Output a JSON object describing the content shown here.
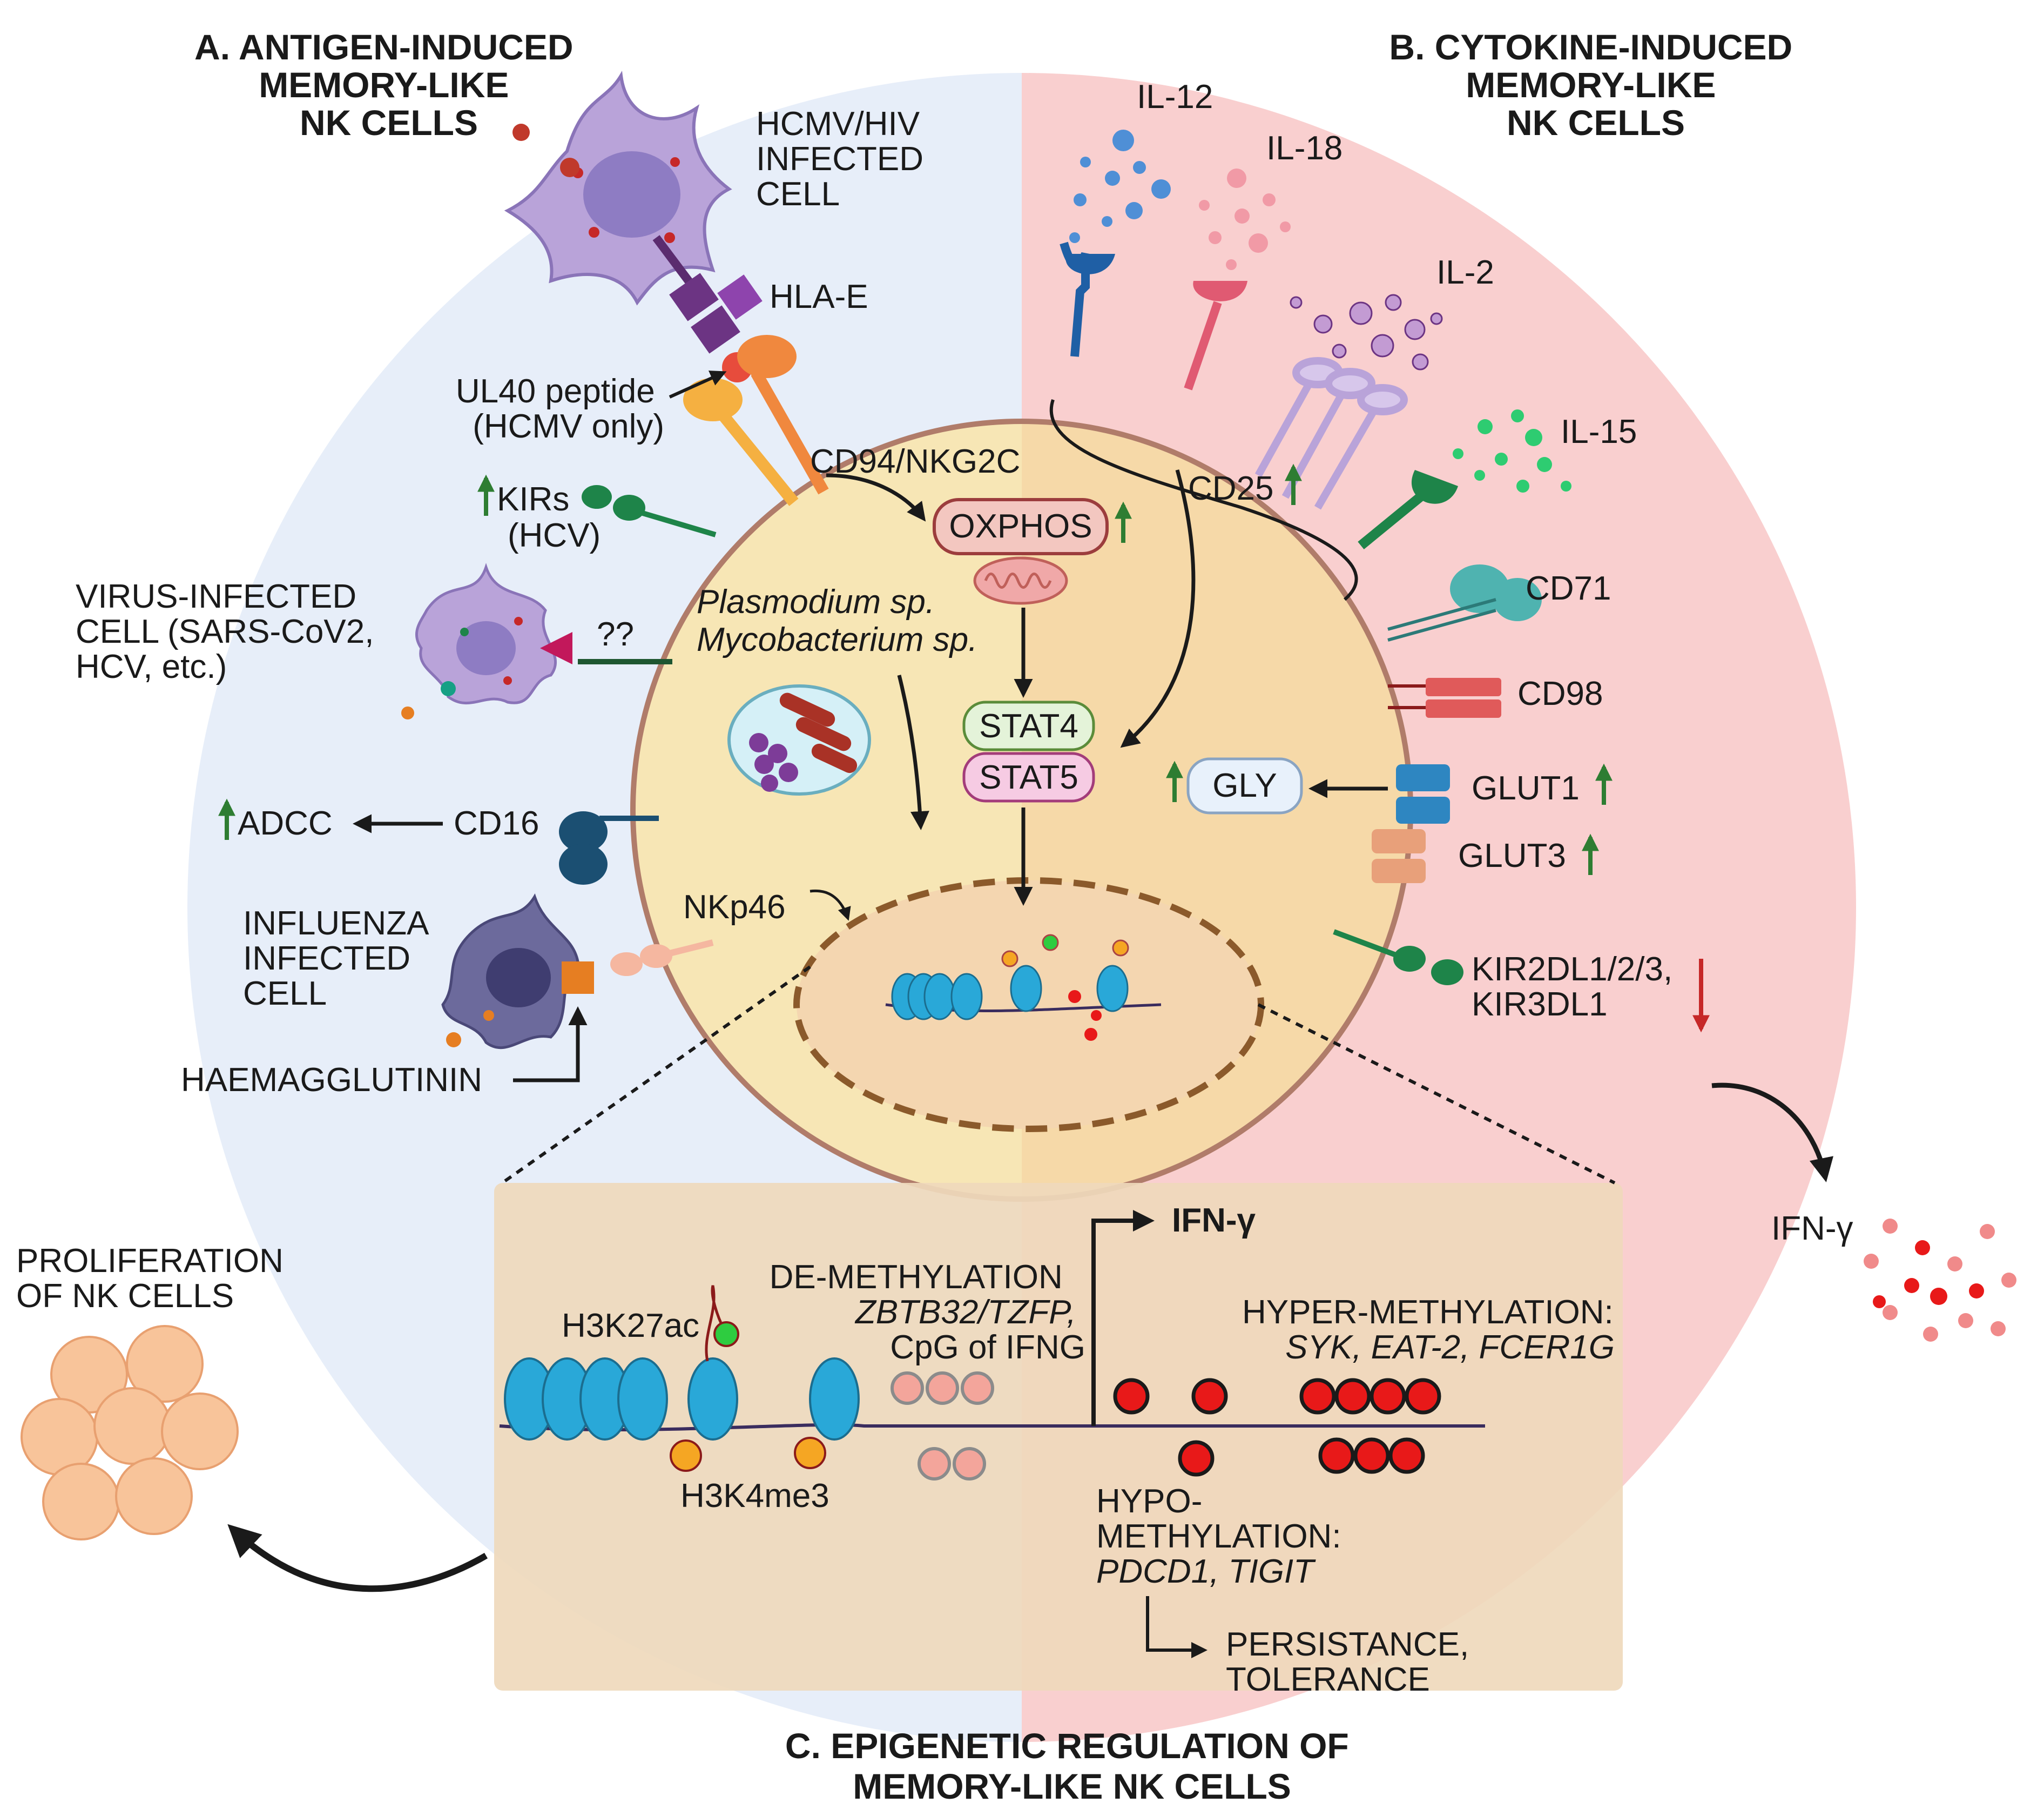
{
  "sections": {
    "a": [
      "A. ANTIGEN-INDUCED",
      "MEMORY-LIKE",
      "NK CELLS"
    ],
    "b": [
      "B. CYTOKINE-INDUCED",
      "MEMORY-LIKE",
      "NK CELLS"
    ],
    "c": [
      "C. EPIGENETIC REGULATION OF",
      "MEMORY-LIKE NK CELLS"
    ]
  },
  "antigen_side": {
    "hcmv_hiv": [
      "HCMV/HIV",
      "INFECTED",
      "CELL"
    ],
    "hla_e": "HLA-E",
    "ul40": [
      "UL40 peptide",
      "(HCMV only)"
    ],
    "cd94": "CD94/NKG2C",
    "kirs": [
      "KIRs",
      "(HCV)"
    ],
    "virus_infected": [
      "VIRUS-INFECTED",
      "CELL (SARS-CoV2,",
      "HCV, etc.)"
    ],
    "unknown": "??",
    "adcc": "ADCC",
    "cd16": "CD16",
    "influenza": [
      "INFLUENZA",
      "INFECTED",
      "CELL"
    ],
    "nkp46": "NKp46",
    "haemagglutinin": "HAEMAGGLUTININ"
  },
  "cytokine_side": {
    "il12": "IL-12",
    "il18": "IL-18",
    "il2": "IL-2",
    "il15": "IL-15",
    "cd25": "CD25",
    "cd71": "CD71",
    "cd98": "CD98",
    "glut1": "GLUT1",
    "glut3": "GLUT3",
    "kir": [
      "KIR2DL1/2/3,",
      "KIR3DL1"
    ],
    "ifng_out": "IFN-γ"
  },
  "cell": {
    "oxphos": "OXPHOS",
    "stat4": "STAT4",
    "stat5": "STAT5",
    "gly": "GLY",
    "pathogens": [
      "Plasmodium sp.",
      "Mycobacterium sp."
    ]
  },
  "epigenetic": {
    "ifng": "IFN-γ",
    "demeth": [
      "DE-METHYLATION",
      "ZBTB32/TZFP,",
      "CpG of IFNG"
    ],
    "h3k27ac": "H3K27ac",
    "h3k4me3": "H3K4me3",
    "hyper": [
      "HYPER-METHYLATION:",
      "SYK, EAT-2, FCER1G"
    ],
    "hypo": [
      "HYPO-",
      "METHYLATION:",
      "PDCD1, TIGIT"
    ],
    "persistance": [
      "PERSISTANCE,",
      "TOLERANCE"
    ]
  },
  "proliferation": [
    "PROLIFERATION",
    "OF NK CELLS"
  ],
  "colors": {
    "left_bg": "#e7eef9",
    "right_bg": "#f9cfcf",
    "cell_left": "#f7e6b5",
    "cell_right": "#f6d9a8",
    "nucleus": "#f4d6b0",
    "box": "#efd9bc",
    "histone": "#29a8d8",
    "methyl_red": "#e81919",
    "arrow_up": "#2e7d32",
    "arrow_down": "#c62828"
  },
  "icons": [
    "virus-icon",
    "mitochondrion-icon",
    "bacteria-icon",
    "nucleosome-icon",
    "receptor-icon",
    "nk-cell-icon",
    "ifng-dot-icon"
  ]
}
